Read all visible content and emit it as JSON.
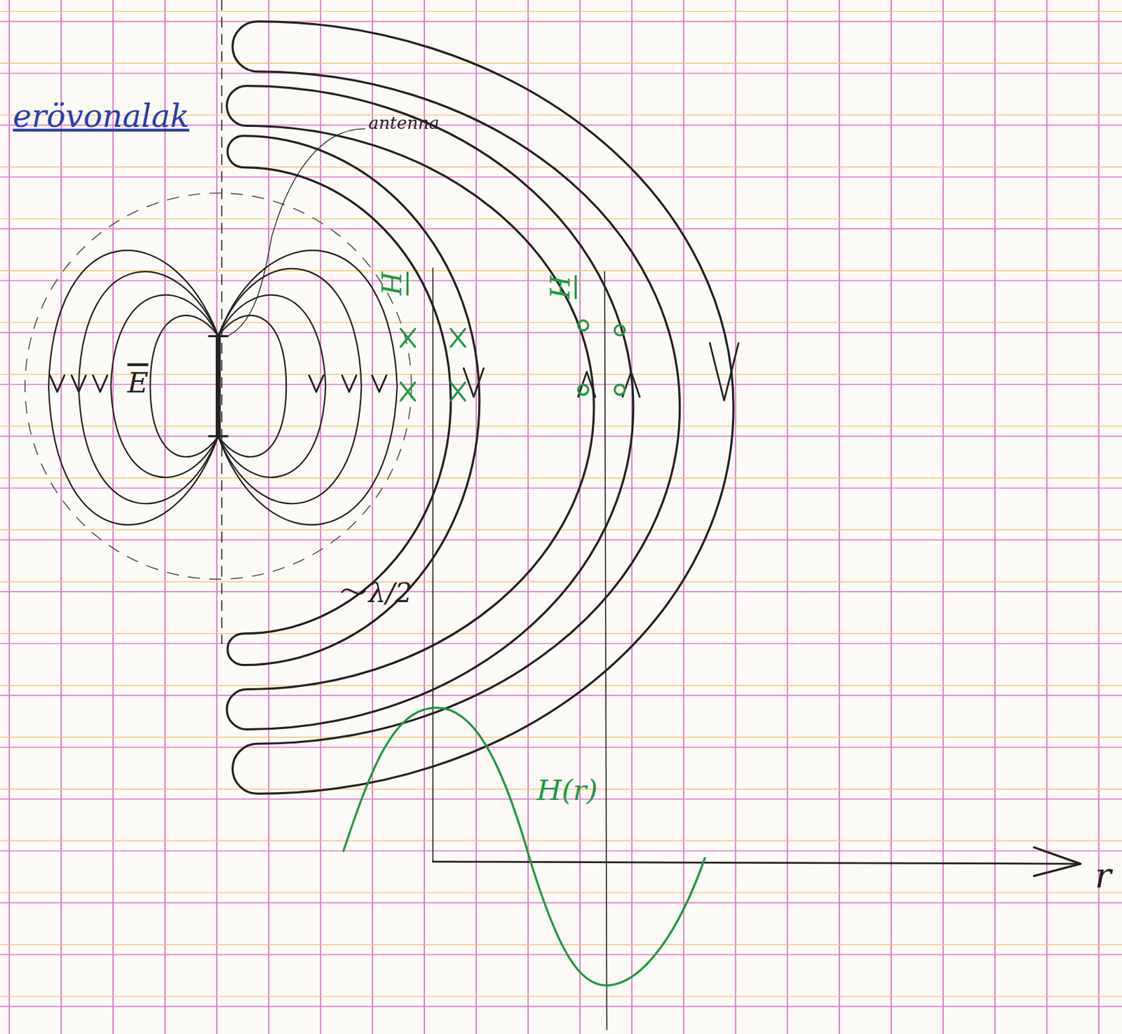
{
  "diagram": {
    "title": "erövonalak",
    "labels": [
      "antenna",
      "E",
      "H",
      "H",
      "λ/2",
      "H(r)",
      "r"
    ]
  }
}
